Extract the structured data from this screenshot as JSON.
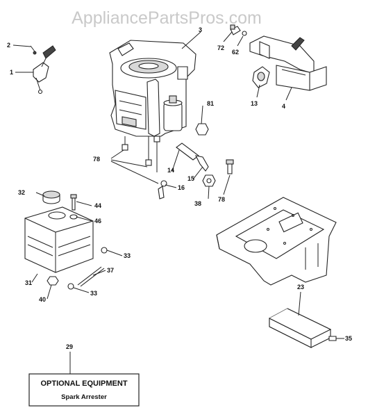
{
  "watermark": "AppliancePartsPros.com",
  "callouts": {
    "c1": "1",
    "c2": "2",
    "c3": "3",
    "c4": "4",
    "c13": "13",
    "c14": "14",
    "c15": "15",
    "c16": "16",
    "c23": "23",
    "c29": "29",
    "c31": "31",
    "c32": "32",
    "c33a": "33",
    "c33b": "33",
    "c35": "35",
    "c37": "37",
    "c38": "38",
    "c40": "40",
    "c44": "44",
    "c46": "46",
    "c62": "62",
    "c72": "72",
    "c78a": "78",
    "c78b": "78",
    "c81": "81"
  },
  "optional_box": {
    "title": "OPTIONAL EQUIPMENT",
    "subtitle": "Spark Arrester"
  }
}
